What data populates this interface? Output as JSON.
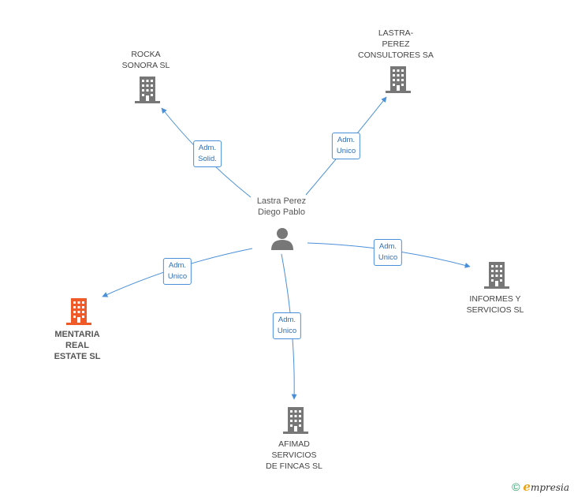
{
  "center": {
    "name": "Lastra Perez\nDiego Pablo",
    "icon": "person-icon"
  },
  "companies": [
    {
      "id": "rocka",
      "name": "ROCKA\nSONORA SL",
      "color": "#777777",
      "icon": "building-icon"
    },
    {
      "id": "lastra",
      "name": "LASTRA-\nPEREZ\nCONSULTORES SA",
      "color": "#777777",
      "icon": "building-icon"
    },
    {
      "id": "informes",
      "name": "INFORMES Y\nSERVICIOS SL",
      "color": "#777777",
      "icon": "building-icon"
    },
    {
      "id": "mentaria",
      "name": "MENTARIA\nREAL\nESTATE SL",
      "color": "#f05a28",
      "icon": "building-icon"
    },
    {
      "id": "afimad",
      "name": "AFIMAD\nSERVICIOS\nDE FINCAS SL",
      "color": "#777777",
      "icon": "building-icon"
    }
  ],
  "relations": [
    {
      "to": "rocka",
      "label": "Adm.\nSolid."
    },
    {
      "to": "lastra",
      "label": "Adm.\nUnico"
    },
    {
      "to": "informes",
      "label": "Adm.\nUnico"
    },
    {
      "to": "mentaria",
      "label": "Adm.\nUnico"
    },
    {
      "to": "afimad",
      "label": "Adm.\nUnico"
    }
  ],
  "colors": {
    "edge": "#4a90d9",
    "accent": "#f05a28"
  },
  "footer": {
    "copyright": "©",
    "brand_initial": "e",
    "brand_rest": "mpresia"
  }
}
